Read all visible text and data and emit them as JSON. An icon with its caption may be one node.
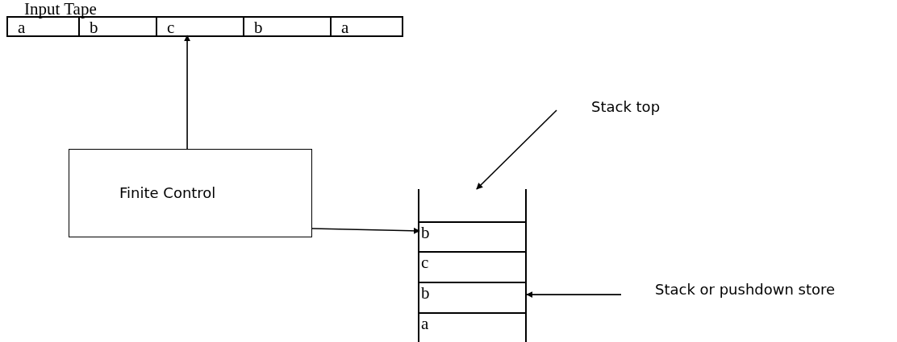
{
  "diagram": {
    "nodes": [
      {
        "text": [
          "Input Tape"
        ]
      },
      {
        "text": [
          "a"
        ],
        "in": 0
      },
      {
        "text": [
          "b"
        ],
        "in": 0
      },
      {
        "text": [
          "c"
        ],
        "in": 0
      },
      {
        "text": [
          "b"
        ],
        "in": 0
      },
      {
        "text": [
          "a"
        ],
        "in": 0
      },
      {
        "text": [
          "Finite Control"
        ]
      },
      {
        "text": [],
        "shape": "box"
      },
      {
        "text": [
          "b"
        ],
        "in": 7
      },
      {
        "text": [
          "c"
        ],
        "in": 7
      },
      {
        "text": [
          "b"
        ],
        "in": 7
      },
      {
        "text": [
          "a"
        ],
        "in": 7
      },
      {
        "text": [
          "Stack top"
        ]
      },
      {
        "text": [
          "Stack or pushdown store"
        ]
      }
    ],
    "edges": [
      {
        "from": 6,
        "to": 3,
        "arrow": "to"
      },
      {
        "from": 6,
        "to": 8,
        "arrow": "to"
      },
      {
        "from": 12,
        "to": 7,
        "arrow": "to"
      },
      {
        "from": 13,
        "to": 7,
        "arrow": "to"
      }
    ]
  }
}
